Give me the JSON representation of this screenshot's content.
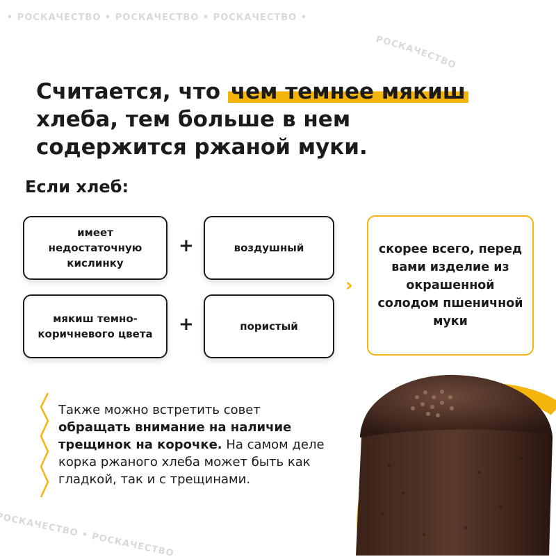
{
  "watermark": {
    "text": "РОСКАЧЕСТВО",
    "top_row": "• РОСКАЧЕСТВО • РОСКАЧЕСТВО • РОСКАЧЕСТВО •",
    "bottom_row": "РОСКАЧЕСТВО • РОСКАЧЕСТВО"
  },
  "headline": {
    "part1": "Считается, что",
    "highlight": "чем темнее мякиш",
    "part2": "хлеба, тем больше в нем содержится ржаной муки."
  },
  "subhead": "Если хлеб:",
  "conditions": [
    {
      "left": "имеет недостаточную кислинку",
      "plus": "+",
      "right": "воздушный"
    },
    {
      "left": "мякиш темно-коричневого цвета",
      "plus": "+",
      "right": "пористый"
    }
  ],
  "arrow": "›",
  "result": "скорее всего, перед вами изделие из окрашенной солодом пшеничной муки",
  "note": {
    "lead": "Также можно встретить совет",
    "bold": "обращать внимание на наличие трещинок на корочке.",
    "rest": "На самом деле корка ржаного хлеба может быть как гладкой, так и с трещинами."
  },
  "colors": {
    "accent": "#f5b40c",
    "text": "#1b1b1b",
    "watermark": "#d9d9d9"
  }
}
